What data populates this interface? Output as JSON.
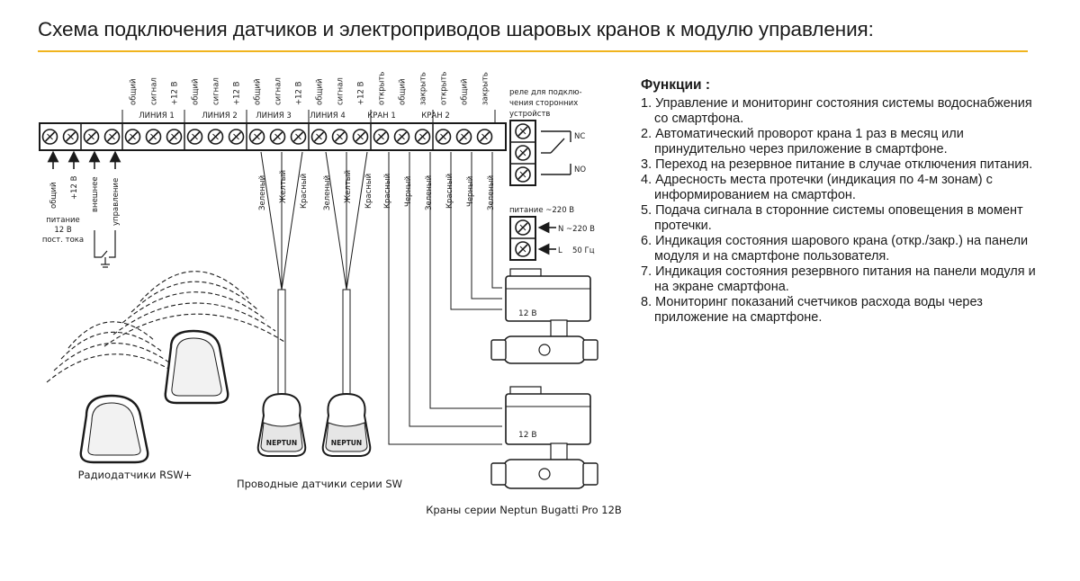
{
  "title": "Схема подключения датчиков и электроприводов шаровых кранов к модулю управления:",
  "terminals": [
    "общий",
    "сигнал",
    "+12 В",
    "общий",
    "сигнал",
    "+12 В",
    "общий",
    "сигнал",
    "+12 В",
    "общий",
    "сигнал",
    "+12 В",
    "открыть",
    "общий",
    "закрыть",
    "открыть",
    "общий",
    "закрыть"
  ],
  "groups": [
    "ЛИНИЯ 1",
    "ЛИНИЯ 2",
    "ЛИНИЯ 3",
    "ЛИНИЯ 4",
    "КРАН 1",
    "КРАН 2"
  ],
  "left_inputs": [
    "общий",
    "+12 В",
    "внешнее",
    "управление"
  ],
  "power_caption": [
    "питание",
    "12 В",
    "пост. тока"
  ],
  "wire_colors": {
    "line3": [
      "Зеленый",
      "Желтый",
      "Красный"
    ],
    "line4": [
      "Зеленый",
      "Желтый",
      "Красный"
    ],
    "valves": [
      "Красный",
      "Черный",
      "Зеленый",
      "Красный",
      "Черный",
      "Зеленый"
    ]
  },
  "relay": {
    "caption": [
      "реле для подклю-",
      "чения сторонних",
      "устройств"
    ],
    "nc": "NC",
    "no": "NO"
  },
  "mains": {
    "caption": "питание ~220 В",
    "n": "N ~220 В",
    "l": "L",
    "freq": "50 Гц"
  },
  "valve_label": "12 В",
  "sensor_brand": "NEPTUN",
  "labels": {
    "radio": "Радиодатчики RSW+",
    "wired": "Проводные датчики серии SW",
    "valves": "Краны серии Neptun Bugatti Pro 12В"
  },
  "functions": {
    "heading": "Функции :",
    "items": [
      "1. Управление и мониторинг состояния системы водоснабжения со смартфона.",
      "2. Автоматический проворот крана 1 раз в месяц или принудительно через приложение в смартфоне.",
      "3. Переход на резервное питание в случае отключения питания.",
      "4. Адресность места протечки (индикация по 4-м зонам) с информированием на смартфон.",
      "5. Подача сигнала в сторонние системы оповещения в момент протечки.",
      "6. Индикация состояния шарового крана (откр./закр.) на панели модуля и на смартфоне пользователя.",
      "7. Индикация состояния резервного питания на панели модуля и на экране смартфона.",
      "8. Мониторинг показаний счетчиков расхода воды через приложение на смартфоне."
    ]
  }
}
